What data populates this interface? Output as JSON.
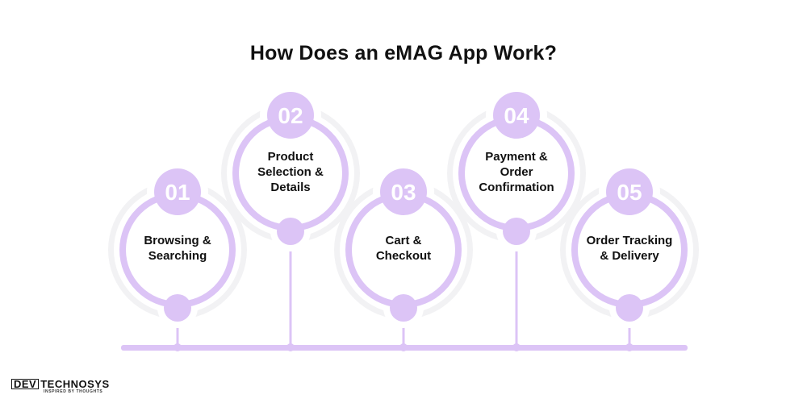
{
  "title": "How Does an eMAG App Work?",
  "colors": {
    "accent": "#dcc4f6",
    "accent_soft": "#e9d9fa",
    "number_text": "#ffffff",
    "circle_fill": "#ffffff",
    "outer_ring": "#f3f3f5",
    "label_text": "#111111"
  },
  "steps": [
    {
      "number": "01",
      "label": "Browsing &\nSearching"
    },
    {
      "number": "02",
      "label": "Product\nSelection &\nDetails"
    },
    {
      "number": "03",
      "label": "Cart &\nCheckout"
    },
    {
      "number": "04",
      "label": "Payment &\nOrder\nConfirmation"
    },
    {
      "number": "05",
      "label": "Order Tracking\n& Delivery"
    }
  ],
  "logo": {
    "dev": "DEV",
    "name": "TECHNOSYS",
    "tagline": "INSPIRED BY THOUGHTS"
  }
}
